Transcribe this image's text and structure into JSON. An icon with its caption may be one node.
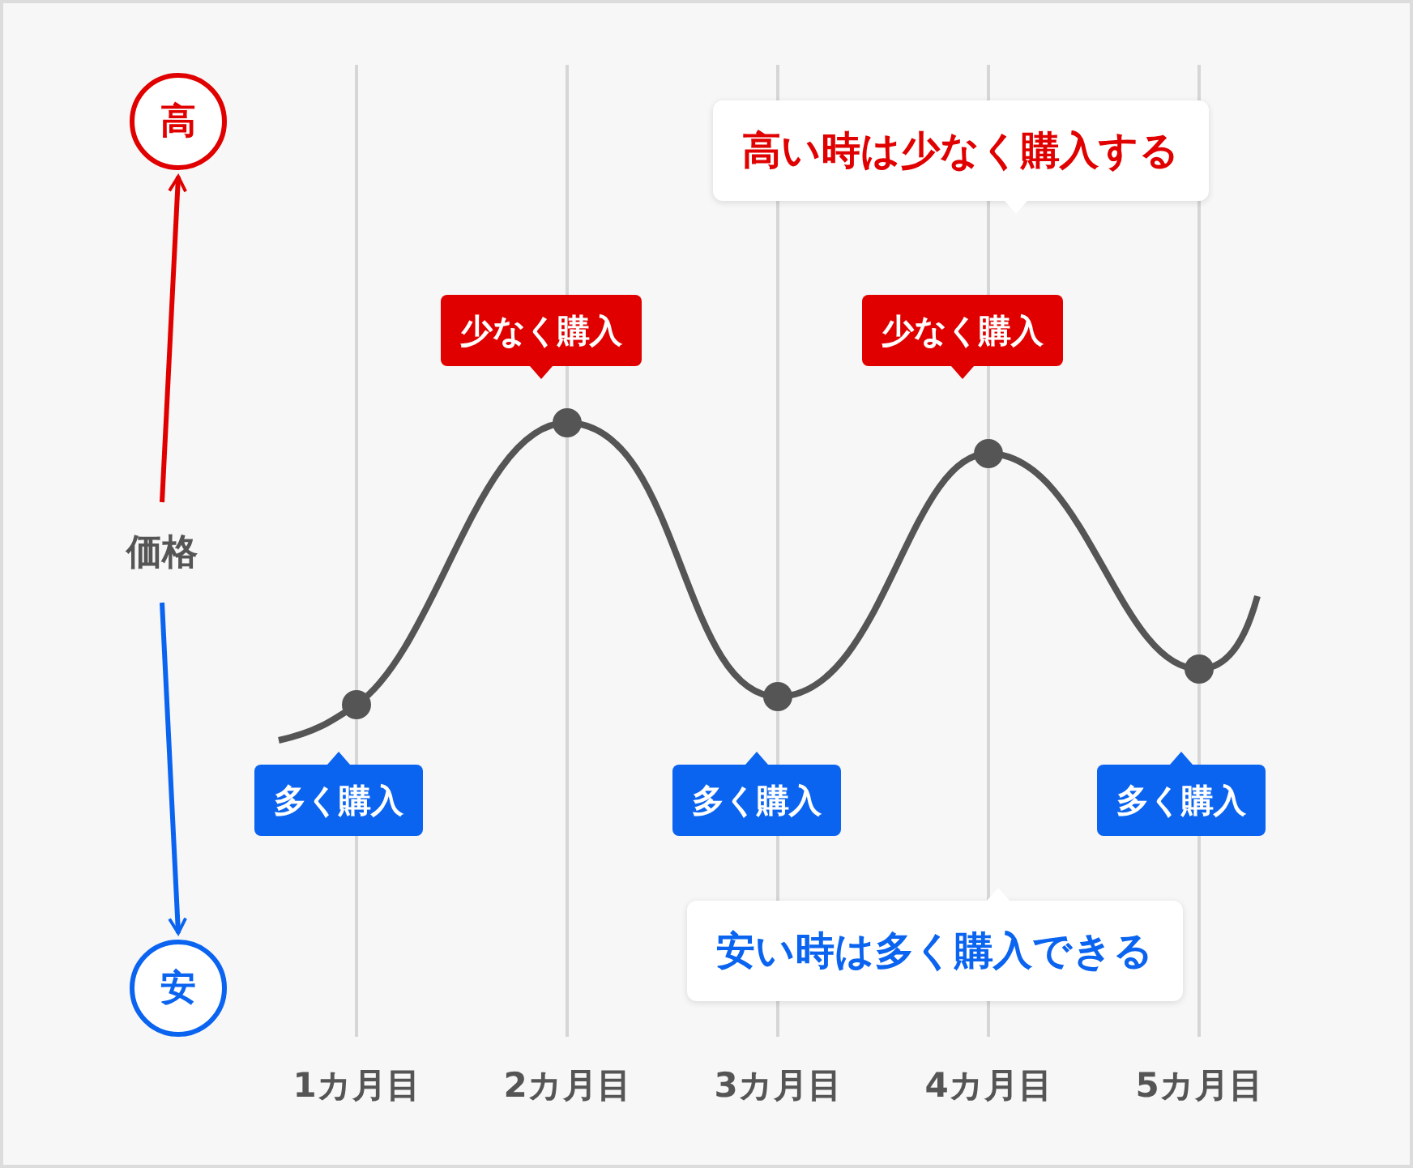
{
  "diagram": {
    "nodes": [
      {
        "text": [
          "高"
        ]
      },
      {
        "text": [
          "価格"
        ]
      },
      {
        "text": [
          "安"
        ]
      },
      {
        "text": [
          "高い時は少なく購入する"
        ]
      },
      {
        "text": [
          "少なく購入"
        ]
      },
      {
        "text": [
          "少なく購入"
        ]
      },
      {
        "text": [
          "多く購入"
        ]
      },
      {
        "text": [
          "多く購入"
        ]
      },
      {
        "text": [
          "多く購入"
        ]
      },
      {
        "text": [
          "安い時は多く購入できる"
        ]
      }
    ],
    "edges": [
      {
        "from": 1,
        "to": 0,
        "arrow": "to",
        "color": "#e00000"
      },
      {
        "from": 1,
        "to": 2,
        "arrow": "to",
        "color": "#0a64f0"
      }
    ],
    "labels": [
      "1カ月目",
      "2カ月目",
      "3カ月目",
      "4カ月目",
      "5カ月目"
    ]
  }
}
